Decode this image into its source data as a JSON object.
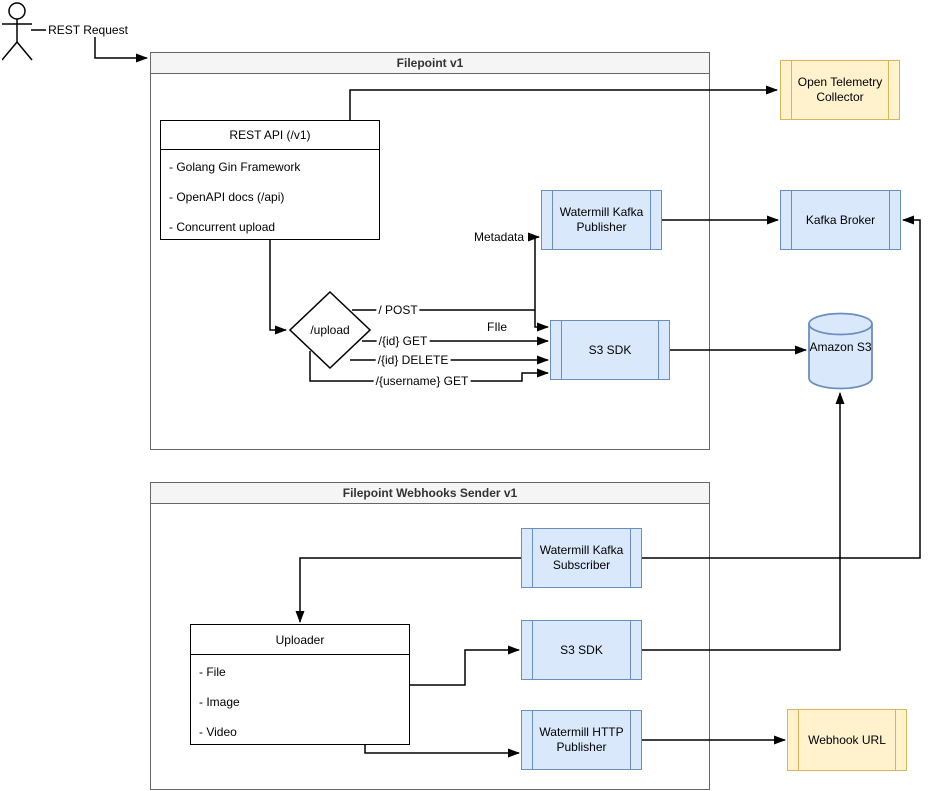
{
  "actor": {
    "request_label": "REST Request"
  },
  "containers": {
    "filepoint": {
      "title": "Filepoint v1"
    },
    "webhooks": {
      "title": "Filepoint Webhooks Sender v1"
    }
  },
  "nodes": {
    "rest_api": {
      "title": "REST API (/v1)",
      "items": [
        "- Golang Gin Framework",
        "- OpenAPI docs (/api)",
        "- Concurrent upload"
      ]
    },
    "upload_route": {
      "label": "/upload"
    },
    "watermill_kafka_publisher": {
      "label": "Watermill Kafka Publisher"
    },
    "s3_sdk_top": {
      "label": "S3 SDK"
    },
    "open_telemetry_collector": {
      "label": "Open Telemetry Collector"
    },
    "kafka_broker": {
      "label": "Kafka Broker"
    },
    "amazon_s3": {
      "label": "Amazon S3"
    },
    "watermill_kafka_subscriber": {
      "label": "Watermill Kafka Subscriber"
    },
    "uploader": {
      "title": "Uploader",
      "items": [
        "- File",
        "- Image",
        "- Video"
      ]
    },
    "s3_sdk_bottom": {
      "label": "S3 SDK"
    },
    "watermill_http_publisher": {
      "label": "Watermill HTTP Publisher"
    },
    "webhook_url": {
      "label": "Webhook URL"
    }
  },
  "edge_labels": {
    "post": "/ POST",
    "metadata": "Metadata",
    "file": "FIle",
    "id_get": "/{id} GET",
    "id_delete": "/{id} DELETE",
    "username_get": "/{username} GET"
  },
  "colors": {
    "blue_fill": "#dae8fc",
    "blue_stroke": "#6c8ebf",
    "yellow_fill": "#fff2cc",
    "yellow_stroke": "#d6b656",
    "container_header_fill": "#f5f5f5",
    "line": "#000000"
  }
}
